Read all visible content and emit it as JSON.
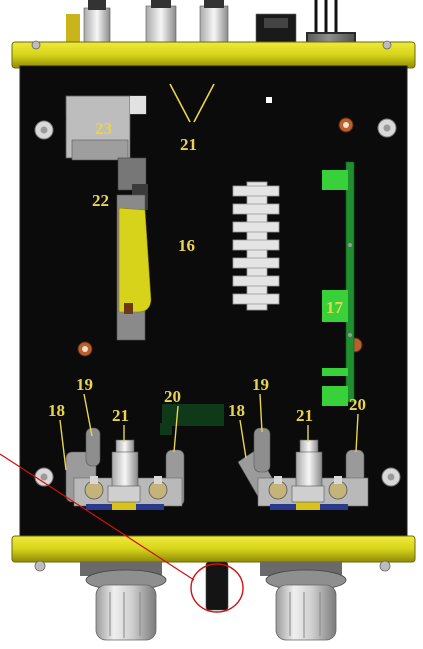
{
  "figure": {
    "background": "#ffffff",
    "colors": {
      "enclosure": "#0b0b0b",
      "yellow_rail": "#d6d31a",
      "label_yellow": "#e8d44d",
      "label_green_bg": "#39d13a",
      "pcb_green": "#1f8f2f",
      "metal": "#cfcfcf",
      "copper": "#b8612f",
      "pointer_red": "#d01010"
    },
    "callouts": [
      {
        "id": "c23",
        "text": "23"
      },
      {
        "id": "c21top",
        "text": "21"
      },
      {
        "id": "c22",
        "text": "22"
      },
      {
        "id": "c16",
        "text": "16"
      },
      {
        "id": "c17",
        "text": "17"
      },
      {
        "id": "c19a",
        "text": "19"
      },
      {
        "id": "c18a",
        "text": "18"
      },
      {
        "id": "c21a",
        "text": "21"
      },
      {
        "id": "c20a",
        "text": "20"
      },
      {
        "id": "c19b",
        "text": "19"
      },
      {
        "id": "c18b",
        "text": "18"
      },
      {
        "id": "c21b",
        "text": "21"
      },
      {
        "id": "c20b",
        "text": "20"
      }
    ]
  }
}
